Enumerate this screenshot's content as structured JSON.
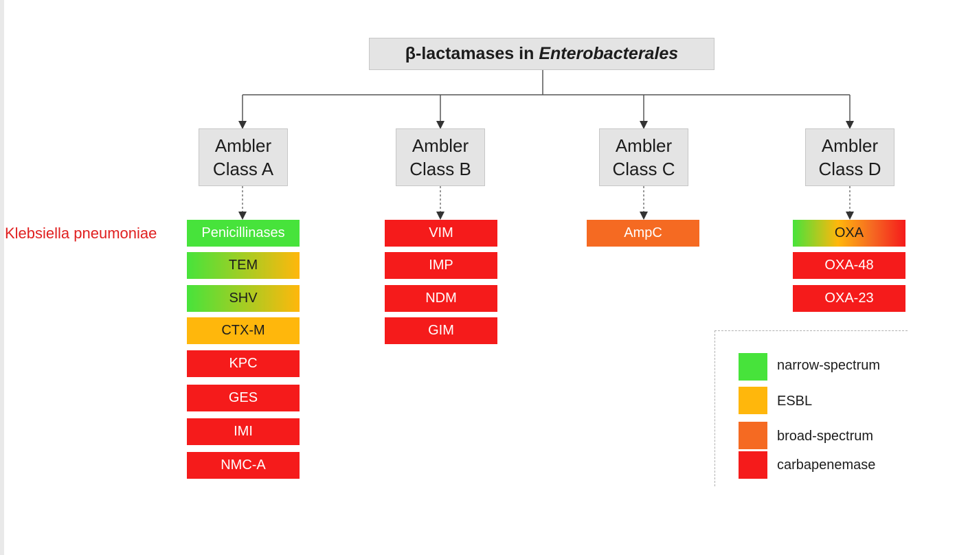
{
  "annotation": "Klebsiella pneumoniae",
  "root": {
    "plain": "β-lactamases in",
    "italic": "Enterobacterales"
  },
  "classes": [
    {
      "line1": "Ambler",
      "line2": "Class A"
    },
    {
      "line1": "Ambler",
      "line2": "Class B"
    },
    {
      "line1": "Ambler",
      "line2": "Class C"
    },
    {
      "line1": "Ambler",
      "line2": "Class D"
    }
  ],
  "class_a": [
    "Penicillinases",
    "TEM",
    "SHV",
    "CTX-M",
    "KPC",
    "GES",
    "IMI",
    "NMC-A"
  ],
  "class_b": [
    "VIM",
    "IMP",
    "NDM",
    "GIM"
  ],
  "class_c": [
    "AmpC"
  ],
  "class_d": [
    "OXA",
    "OXA-48",
    "OXA-23"
  ],
  "legend": [
    {
      "label": "narrow-spectrum",
      "color": "#47e33b"
    },
    {
      "label": "ESBL",
      "color": "#ffb70c"
    },
    {
      "label": "broad-spectrum",
      "color": "#f56a22"
    },
    {
      "label": "carbapenemase",
      "color": "#f51b1b"
    }
  ],
  "colors": {
    "narrow": "#47e33b",
    "esbl": "#ffb70c",
    "broad": "#f56a22",
    "carbapenemase": "#f51b1b",
    "box_fill": "#e4e4e4"
  }
}
